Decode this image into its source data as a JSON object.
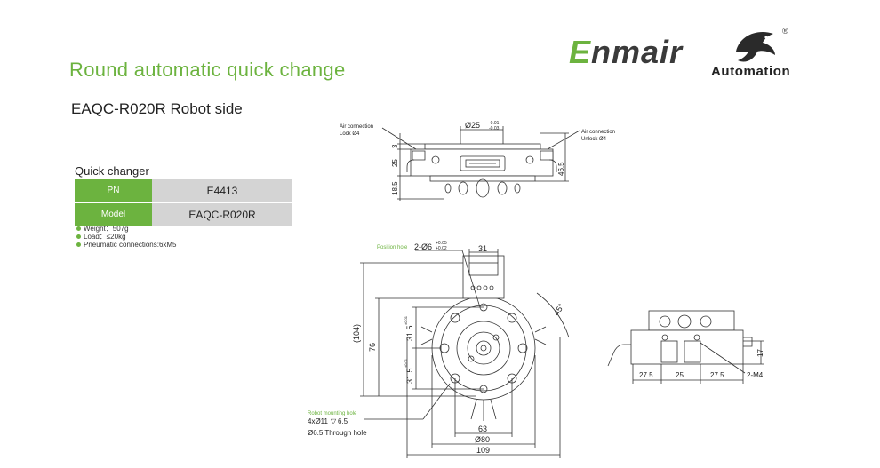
{
  "header": {
    "title": "Round automatic quick change",
    "subtitle": "EAQC-R020R  Robot side"
  },
  "brand": {
    "name_first": "E",
    "name_rest": "nmair",
    "tagline": "Automation",
    "registered": "®",
    "accent": "#6cb33f"
  },
  "specs": {
    "section_label": "Quick changer",
    "rows": [
      {
        "key": "PN",
        "value": "E4413"
      },
      {
        "key": "Model",
        "value": "EAQC-R020R"
      }
    ],
    "bullets": [
      "Weight：507g",
      "Load：≤20kg",
      "Pneumatic connections:6xM5"
    ]
  },
  "drawing": {
    "top_view": {
      "air_left_1": "Air connection",
      "air_left_2": "Lock Ø4",
      "air_right_1": "Air connection",
      "air_right_2": "Unlock Ø4",
      "d_top": "Ø25",
      "tol_top": "-0.01",
      "tol_bot": "-0.03",
      "dim_3": "3",
      "dim_25": "25",
      "dim_18_5": "18.5",
      "dim_46_5": "46.5"
    },
    "front_view": {
      "position_hole_label": "Position hole",
      "position_hole_dim": "2-Ø6",
      "position_tol_top": "+0.05",
      "position_tol_bot": "+0.02",
      "dim_31": "31",
      "dim_45": "45°",
      "dim_104": "(104)",
      "dim_76": "76",
      "dim_31_5_a": "31.5",
      "dim_31_5_b": "31.5",
      "tol_small_a": "±0.01",
      "tol_small_b": "±0.01",
      "mount_label": "Robot mounting hole",
      "mount_line1": "4xØ11",
      "mount_depth": "6.5",
      "mount_line2": "Ø6.5 Through hole",
      "dim_63": "63",
      "dim_80": "Ø80",
      "dim_109": "109"
    },
    "side_view": {
      "dim_27_5_a": "27.5",
      "dim_25": "25",
      "dim_27_5_b": "27.5",
      "dim_2m4": "2-M4",
      "dim_17": "17"
    }
  }
}
